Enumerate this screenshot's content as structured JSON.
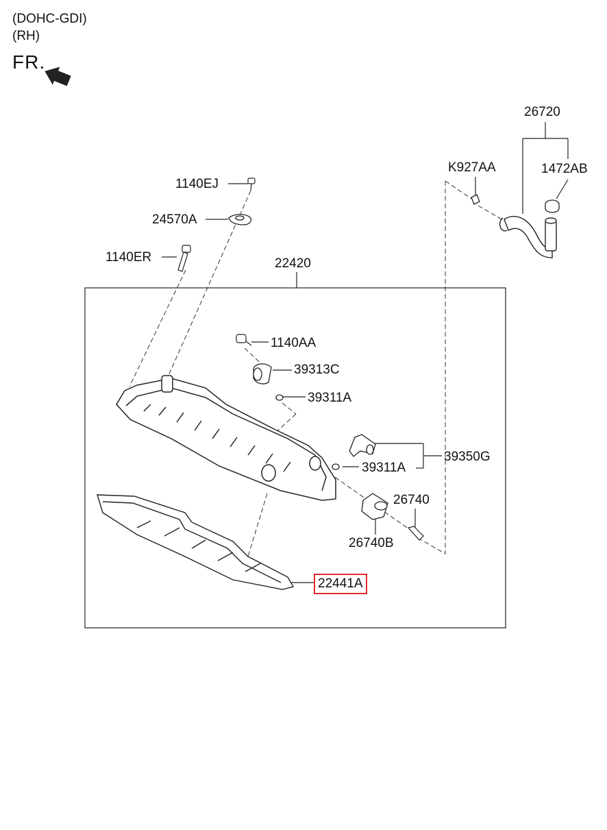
{
  "header": {
    "engine": "(DOHC-GDI)",
    "side": "(RH)",
    "direction": "FR."
  },
  "highlight_color": "#e32b2b",
  "parts": [
    {
      "id": "26720",
      "label": "26720"
    },
    {
      "id": "K927AA",
      "label": "K927AA"
    },
    {
      "id": "1472AB",
      "label": "1472AB"
    },
    {
      "id": "1140EJ",
      "label": "1140EJ"
    },
    {
      "id": "24570A",
      "label": "24570A"
    },
    {
      "id": "1140ER",
      "label": "1140ER"
    },
    {
      "id": "22420",
      "label": "22420"
    },
    {
      "id": "1140AA",
      "label": "1140AA"
    },
    {
      "id": "39313C",
      "label": "39313C"
    },
    {
      "id": "39311A_top",
      "label": "39311A"
    },
    {
      "id": "39350G",
      "label": "39350G"
    },
    {
      "id": "39311A_mid",
      "label": "39311A"
    },
    {
      "id": "26740",
      "label": "26740"
    },
    {
      "id": "26740B",
      "label": "26740B"
    },
    {
      "id": "22441A",
      "label": "22441A",
      "highlighted": true
    }
  ]
}
